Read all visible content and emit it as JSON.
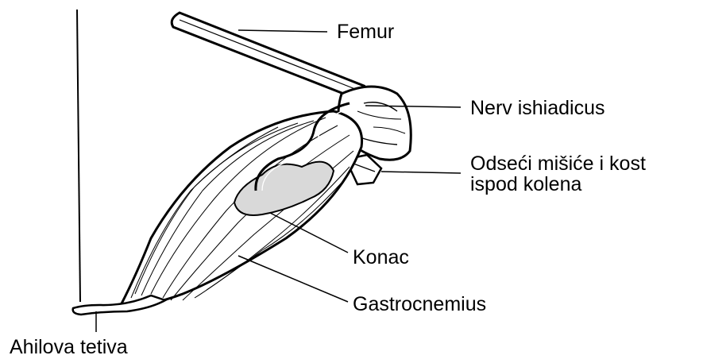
{
  "labels": {
    "femur": "Femur",
    "nerve": "Nerv ishiadicus",
    "cut_line1": "Odseći mišiće i kost",
    "cut_line2": "ispod kolena",
    "thread": "Konac",
    "muscle": "Gastrocnemius",
    "tendon": "Ahilova tetiva"
  },
  "colors": {
    "ink": "#000000",
    "paper": "#ffffff",
    "nerve_fill": "#d9d9d9"
  }
}
